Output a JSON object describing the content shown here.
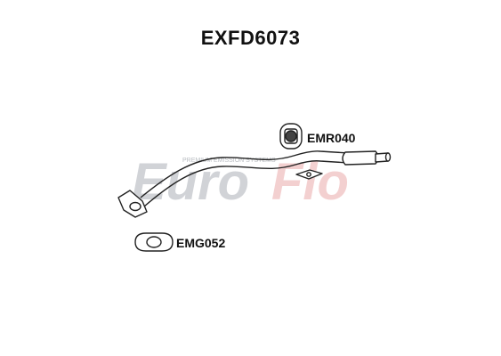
{
  "part_number": "EXFD6073",
  "watermark": {
    "text_part1": "Euro",
    "text_part2": "Flo",
    "tagline": "PREMIUM EMISSION SYSTEMS",
    "colors": {
      "euro": "#c9ccd1",
      "flo": "#f2c8c8",
      "tagline": "#b9bdc2"
    }
  },
  "components": {
    "mounting_rubber": {
      "code": "EMR040",
      "icon": "rubber-mount-icon"
    },
    "gasket": {
      "code": "EMG052",
      "icon": "flange-gasket-icon"
    },
    "pipe": {
      "icon": "front-exhaust-pipe-icon"
    }
  },
  "colors": {
    "outline": "#222222",
    "fill": "#ffffff",
    "text": "#111111"
  }
}
